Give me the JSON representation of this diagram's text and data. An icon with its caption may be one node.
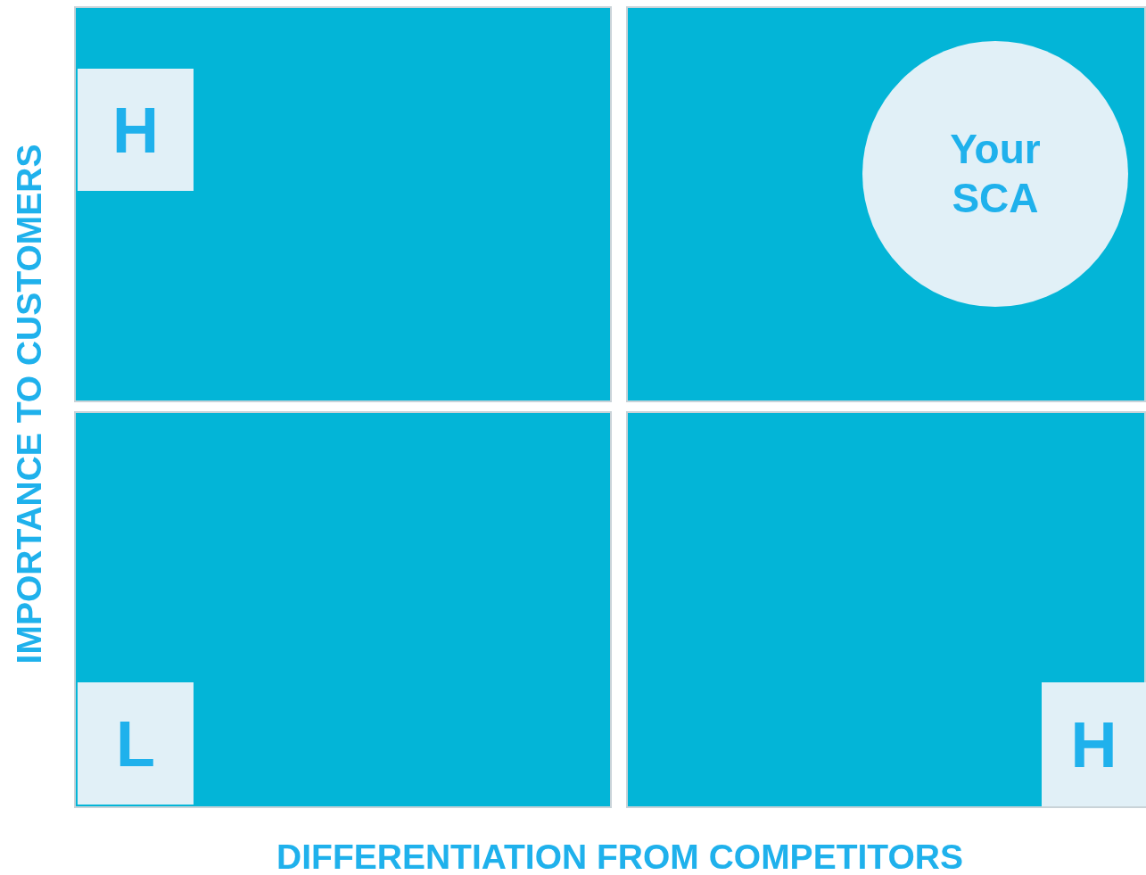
{
  "diagram": {
    "nodes": [
      {
        "text": [],
        "shape": "box"
      },
      {
        "text": [
          "H"
        ],
        "in": 0
      },
      {
        "text": [],
        "shape": "box"
      },
      {
        "text": [
          "Your SCA"
        ],
        "in": 2
      },
      {
        "text": [],
        "shape": "box"
      },
      {
        "text": [
          "L"
        ],
        "in": 4
      },
      {
        "text": [],
        "shape": "box"
      },
      {
        "text": [
          "H"
        ],
        "in": 6
      }
    ],
    "labels": [
      "IMPORTANCE TO CUSTOMERS",
      "DIFFERENTIATION FROM COMPETITORS"
    ]
  }
}
